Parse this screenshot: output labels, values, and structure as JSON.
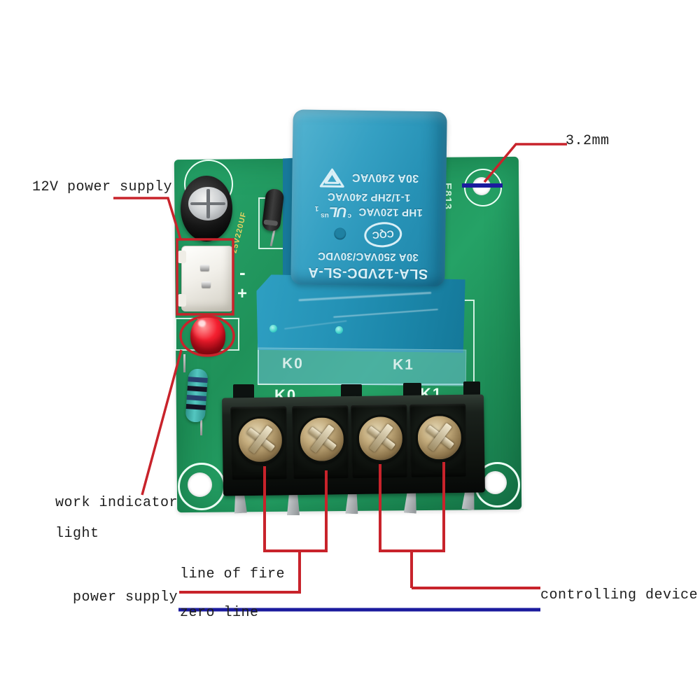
{
  "colors": {
    "annotation_red": "#c8232b",
    "annotation_blue": "#1b1b9e",
    "pcb_green": "#219a62",
    "relay_blue": "#2f9dbf"
  },
  "annotations": {
    "power_supply_12v": "12V power supply",
    "hole_diameter": "3.2mm",
    "work_indicator_line1": "work indicator",
    "work_indicator_line2": "light",
    "line_of_fire": "line of fire",
    "power_supply": "power supply",
    "zero_line": "zero line",
    "controlling_device": "controlling device"
  },
  "relay": {
    "model": "SLA-12VDC-SL-A",
    "rating_dc": "30A 250VAC/30VDC",
    "cqc_mark": "CQC",
    "rating_hp120": "1HP 120VAC",
    "ul_c": "c",
    "ul_mark": "UL",
    "ul_us": "us",
    "ul_file": "1",
    "rating_hp240": "1-1/2HP 240VAC",
    "rating_240vac": "30A 240VAC"
  },
  "silkscreen": {
    "k0": "K0",
    "k1": "K1",
    "plus": "+",
    "minus": "-",
    "board_id": "E813",
    "capacitor_value": "25V220UF"
  }
}
